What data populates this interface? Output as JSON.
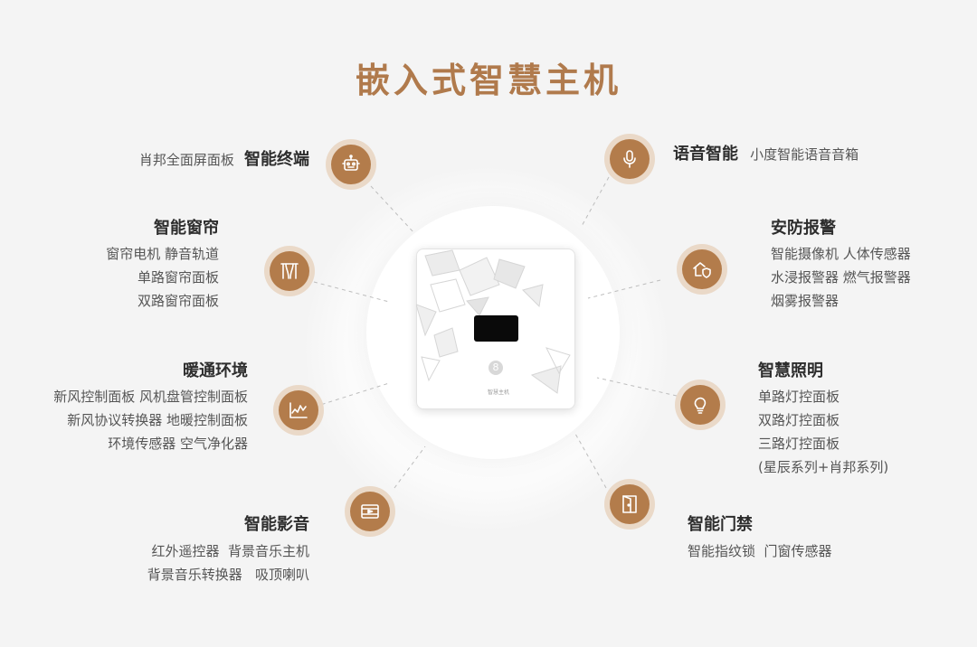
{
  "title": "嵌入式智慧主机",
  "device": {
    "brand_text": "智慧主机"
  },
  "colors": {
    "accent": "#b37c4b",
    "accent_light": "#ead9c8",
    "title": "#b07a4c"
  },
  "features": {
    "terminal": {
      "icon": "robot-icon",
      "prefix": "肖邦全面屏面板",
      "title": "智能终端"
    },
    "curtain": {
      "icon": "curtain-icon",
      "title": "智能窗帘",
      "lines": [
        "窗帘电机 静音轨道",
        "单路窗帘面板",
        "双路窗帘面板"
      ]
    },
    "hvac": {
      "icon": "chart-line-icon",
      "title": "暖通环境",
      "lines": [
        "新风控制面板 风机盘管控制面板",
        "新风协议转换器 地暖控制面板",
        "环境传感器 空气净化器"
      ]
    },
    "av": {
      "icon": "film-icon",
      "title": "智能影音",
      "lines": [
        "红外遥控器  背景音乐主机",
        "背景音乐转换器   吸顶喇叭"
      ]
    },
    "voice": {
      "icon": "microphone-icon",
      "title": "语音智能",
      "suffix": "小度智能语音音箱"
    },
    "security": {
      "icon": "house-shield-icon",
      "title": "安防报警",
      "lines": [
        "智能摄像机 人体传感器",
        "水浸报警器 燃气报警器",
        "烟雾报警器"
      ]
    },
    "lighting": {
      "icon": "lightbulb-icon",
      "title": "智慧照明",
      "lines": [
        "单路灯控面板",
        "双路灯控面板",
        "三路灯控面板",
        "(星辰系列+肖邦系列)"
      ]
    },
    "access": {
      "icon": "door-icon",
      "title": "智能门禁",
      "lines": [
        "智能指纹锁  门窗传感器"
      ]
    }
  }
}
